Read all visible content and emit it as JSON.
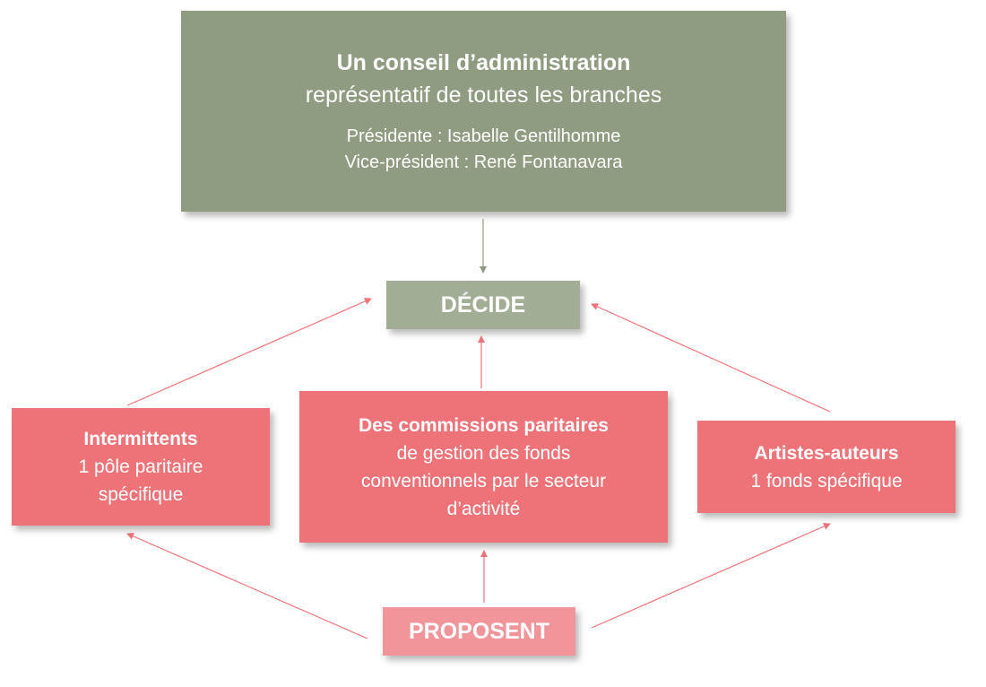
{
  "board": {
    "title": "Un conseil d’administration",
    "subtitle": "représentatif de toutes les branches",
    "president": "Présidente : Isabelle Gentilhomme",
    "vice_president": "Vice-président : René Fontanavara"
  },
  "decide": {
    "label": "DÉCIDE"
  },
  "intermittents": {
    "title": "Intermittents",
    "line1": "1 pôle paritaire",
    "line2": "spécifique"
  },
  "commissions": {
    "title": "Des commissions paritaires",
    "line1": "de gestion des fonds",
    "line2": "conventionnels par le secteur",
    "line3": "d’activité"
  },
  "artistes": {
    "title": "Artistes-auteurs",
    "line1": "1 fonds spécifique"
  },
  "proposent": {
    "label": "PROPOSENT"
  },
  "colors": {
    "board": "#8f9c81",
    "decide": "#a1ad94",
    "proposal_boxes": "#ee7378",
    "proposent": "#f1959b",
    "arrow_green": "#8f9c81",
    "arrow_red": "#ee7378"
  }
}
